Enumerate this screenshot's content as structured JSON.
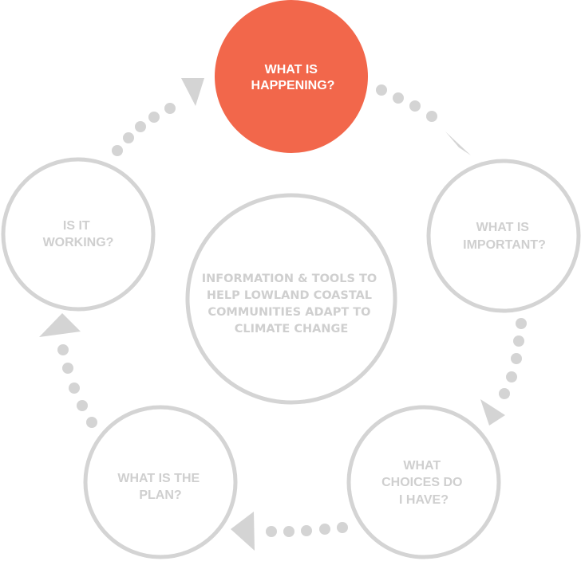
{
  "colors": {
    "active_fill": "#F2674B",
    "active_text": "#FFFFFF",
    "ring_stroke": "#D4D4D4",
    "inactive_text": "#CFCFCF",
    "connector": "#D4D4D4",
    "background": "#FFFFFF"
  },
  "center": {
    "lines": [
      "INFORMATION & TOOLS TO",
      "HELP LOWLAND COASTAL",
      "COMMUNITIES ADAPT TO",
      "CLIMATE CHANGE"
    ]
  },
  "nodes": [
    {
      "id": "what-is-happening",
      "active": true,
      "lines": [
        "WHAT IS",
        "HAPPENING?"
      ]
    },
    {
      "id": "what-is-important",
      "active": false,
      "lines": [
        "WHAT IS",
        "IMPORTANT?"
      ]
    },
    {
      "id": "what-choices-do-i-have",
      "active": false,
      "lines": [
        "WHAT",
        "CHOICES DO",
        "I HAVE?"
      ]
    },
    {
      "id": "what-is-the-plan",
      "active": false,
      "lines": [
        "WHAT IS THE",
        "PLAN?"
      ]
    },
    {
      "id": "is-it-working",
      "active": false,
      "lines": [
        "IS IT",
        "WORKING?"
      ]
    }
  ],
  "cycle": {
    "direction": "clockwise",
    "connectors": [
      {
        "from": "what-is-happening",
        "to": "what-is-important"
      },
      {
        "from": "what-is-important",
        "to": "what-choices-do-i-have"
      },
      {
        "from": "what-choices-do-i-have",
        "to": "what-is-the-plan"
      },
      {
        "from": "what-is-the-plan",
        "to": "is-it-working"
      },
      {
        "from": "is-it-working",
        "to": "what-is-happening"
      }
    ]
  }
}
